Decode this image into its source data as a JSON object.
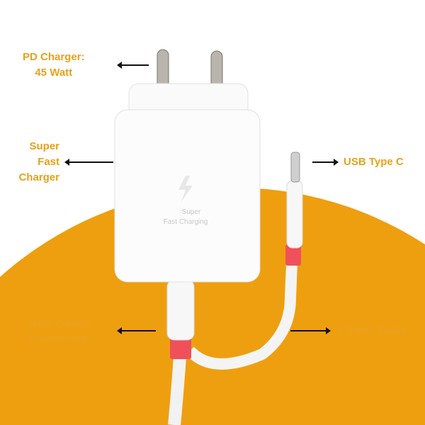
{
  "labels": {
    "pd_charger": [
      "PD Charger:",
      "45 Watt"
    ],
    "super_fast": [
      "Super",
      "Fast",
      "Charger"
    ],
    "usb_type_c": "USB Type C",
    "high_quality": [
      "High Quality",
      "Connections"
    ],
    "cable_length": "1 Meter Cable"
  },
  "charger_print": [
    "Super",
    "Fast Charging"
  ],
  "colors": {
    "accent": "#E9A11B",
    "background_circle": "#EE9F10",
    "cable_band": "#F0505A"
  }
}
